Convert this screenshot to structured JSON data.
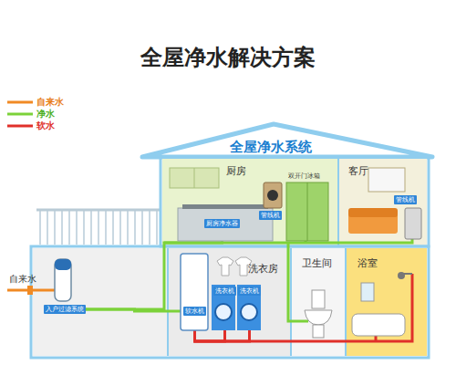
{
  "diagram": {
    "title": "全屋净水解决方案",
    "nodes": [
      {
        "text": [
          "全屋净水系统"
        ]
      },
      {
        "text": [
          "厨房"
        ],
        "in": 0
      },
      {
        "text": [
          "管线机"
        ],
        "in": 1
      },
      {
        "text": [
          "厨房净水器"
        ],
        "in": 1
      },
      {
        "text": [
          "客厅"
        ],
        "in": 0
      },
      {
        "text": [
          "管线机"
        ],
        "in": 4
      },
      {
        "text": [
          "洗衣房"
        ],
        "in": 0
      },
      {
        "text": [
          "软水机"
        ],
        "in": 6
      },
      {
        "text": [
          "洗衣机"
        ],
        "in": 6
      },
      {
        "text": [
          "洗衣机"
        ],
        "in": 6
      },
      {
        "text": [
          "卫生间"
        ],
        "in": 0
      },
      {
        "text": [
          "浴室"
        ],
        "in": 0
      },
      {
        "text": [
          "入户过滤系统"
        ],
        "in": 0
      }
    ],
    "edges": [
      {
        "from": 12,
        "to": 7,
        "arrow": "none"
      },
      {
        "from": 12,
        "to": 3,
        "arrow": "none"
      },
      {
        "from": 7,
        "to": 8,
        "arrow": "none"
      },
      {
        "from": 7,
        "to": 9,
        "arrow": "none"
      }
    ],
    "labels": [
      "自来水",
      "双开门冰箱"
    ],
    "legend": [
      {
        "text": "自来水"
      },
      {
        "text": "净水"
      },
      {
        "text": "软水"
      }
    ]
  }
}
